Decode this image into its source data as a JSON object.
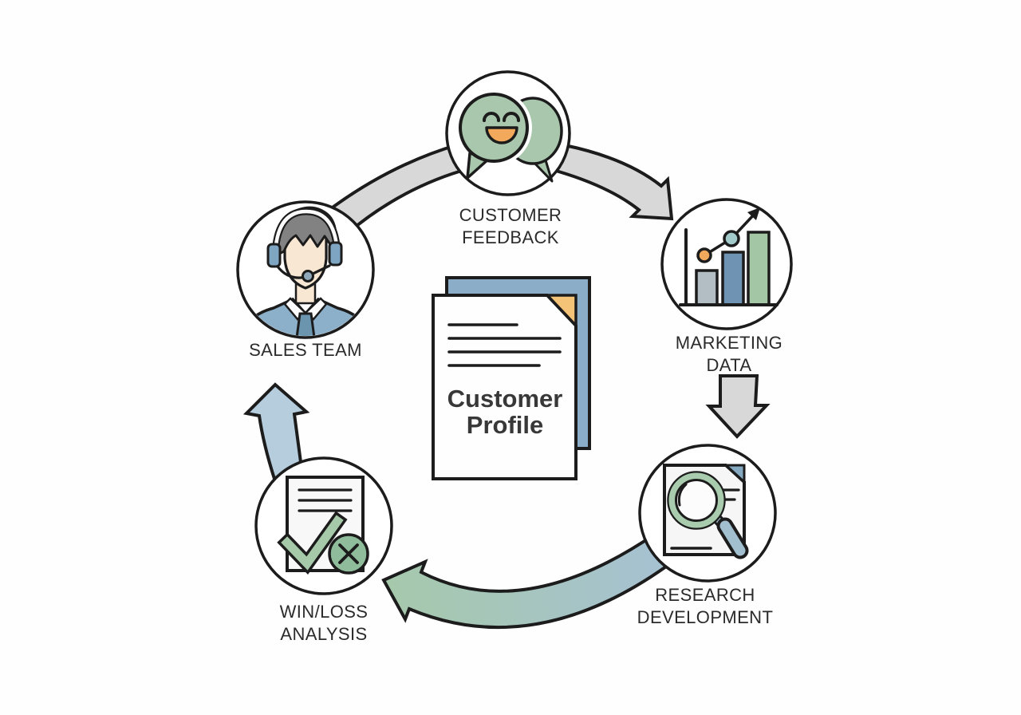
{
  "diagram": {
    "type": "circular-flow",
    "center_document": {
      "line1": "Customer",
      "line2": "Profile",
      "icon": "stacked-documents-icon"
    },
    "nodes": {
      "customer_feedback": {
        "line1": "CUSTOMER",
        "line2": "FEEDBACK",
        "icon": "chat-bubbles-smiley-icon",
        "position": "top"
      },
      "marketing_data": {
        "line1": "MARKETING",
        "line2": "DATA",
        "icon": "bar-chart-trend-icon",
        "position": "right"
      },
      "research_development": {
        "line1": "RESEARCH",
        "line2": "DEVELOPMENT",
        "icon": "document-magnifier-icon",
        "position": "bottom-right"
      },
      "win_loss_analysis": {
        "line1": "WIN/LOSS",
        "line2": "ANALYSIS",
        "icon": "checklist-check-x-icon",
        "position": "bottom-left"
      },
      "sales_team": {
        "line1": "SALES TEAM",
        "line2": "",
        "icon": "support-agent-headset-icon",
        "position": "left"
      }
    },
    "flow": [
      {
        "from": "SALES TEAM",
        "to": "CUSTOMER FEEDBACK",
        "arrow_style": "gray-band"
      },
      {
        "from": "CUSTOMER FEEDBACK",
        "to": "MARKETING DATA",
        "arrow_style": "gray-curved-arrow"
      },
      {
        "from": "MARKETING DATA",
        "to": "RESEARCH DEVELOPMENT",
        "arrow_style": "gray-down-arrow"
      },
      {
        "from": "RESEARCH DEVELOPMENT",
        "to": "WIN/LOSS ANALYSIS",
        "arrow_style": "green-blue-gradient-arrow"
      },
      {
        "from": "WIN/LOSS ANALYSIS",
        "to": "SALES TEAM",
        "arrow_style": "blue-up-arrow"
      }
    ],
    "colors": {
      "background": "#fefefe",
      "outline": "#1c1c1c",
      "arrow_gray": "#d8d8d8",
      "arrow_up_blue": "#b6cddd",
      "arrow_gradient_left_green": "#a6c9ab",
      "arrow_gradient_right_blue": "#a6c1d3",
      "bubble_green": "#a8c7ac",
      "mouth_orange": "#f3a95c",
      "bar_gray": "#b3bdc4",
      "bar_blue": "#6e93b3",
      "bar_green": "#a3c7a4",
      "dot_orange": "#f0a85c",
      "dot_teal": "#a3cbcc",
      "doc_back_blue": "#8cadc8",
      "fold_orange": "#f4c377",
      "fold_blue": "#85a9c0",
      "check_green": "#a6caa9",
      "x_circle_green": "#8fbd9b",
      "magnifier_ring_green": "#a8ccad",
      "magnifier_handle_blue": "#a2bfcf",
      "shirt_blue": "#8cb0ca",
      "tie_blue": "#6b94ae",
      "hair_gray": "#828282",
      "skin": "#f8e7d3"
    }
  }
}
